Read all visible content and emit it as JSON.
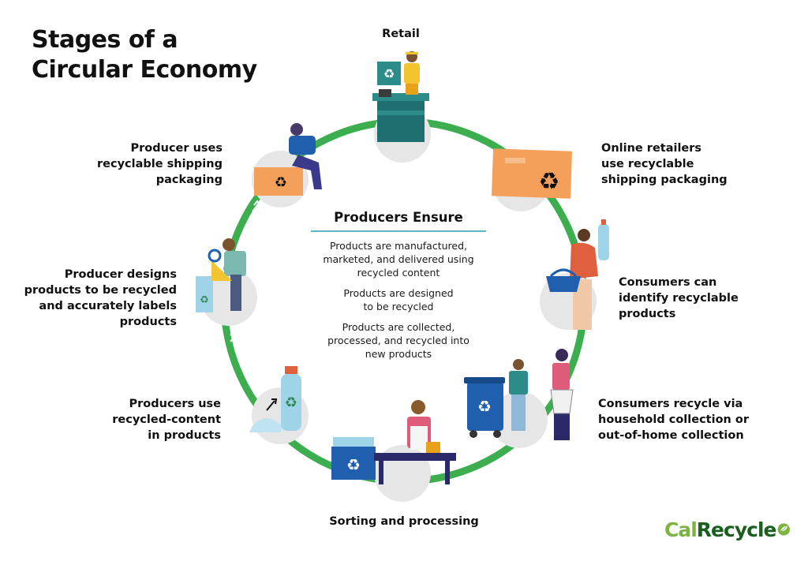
{
  "title": {
    "line1": "Stages of a",
    "line2": "Circular Economy"
  },
  "stages": {
    "retail": {
      "lines": [
        "Retail"
      ]
    },
    "online": {
      "lines": [
        "Online retailers",
        "use recyclable",
        "shipping packaging"
      ]
    },
    "identify": {
      "lines": [
        "Consumers can",
        "identify recyclable",
        "products"
      ]
    },
    "recycle": {
      "lines": [
        "Consumers recycle via",
        "household collection or",
        "out-of-home collection"
      ]
    },
    "sorting": {
      "lines": [
        "Sorting and processing"
      ]
    },
    "recycled_content": {
      "lines": [
        "Producers use",
        "recycled-content",
        "in products"
      ]
    },
    "designs": {
      "lines": [
        "Producer designs",
        "products to be recycled",
        "and accurately labels",
        "products"
      ]
    },
    "shipping": {
      "lines": [
        "Producer uses",
        "recyclable shipping",
        "packaging"
      ]
    }
  },
  "center": {
    "title": "Producers Ensure",
    "items": [
      {
        "lines": [
          "Products are manufactured,",
          "marketed, and delivered using",
          "recycled content"
        ]
      },
      {
        "lines": [
          "Products are designed",
          "to be recycled"
        ]
      },
      {
        "lines": [
          "Products are collected,",
          "processed, and recycled into",
          "new products"
        ]
      }
    ]
  },
  "logo": {
    "part1": "Cal",
    "part2": "Recycle"
  },
  "colors": {
    "ring": "#3dae4f",
    "orange_box": "#f5a05a",
    "blue_bin": "#1f5fae",
    "teal": "#2c8c8a",
    "accent_line": "#5bb8c0",
    "node_bg": "#e6e6e6"
  },
  "icons": {
    "retail": "retail-checkout-icon",
    "online": "shipping-box-icon",
    "identify": "consumer-bottle-icon",
    "recycle": "recycling-bin-icon",
    "sorting": "conveyor-sorting-icon",
    "recycled_content": "recycled-bottle-icon",
    "designs": "designer-icon",
    "shipping": "producer-packing-icon"
  }
}
